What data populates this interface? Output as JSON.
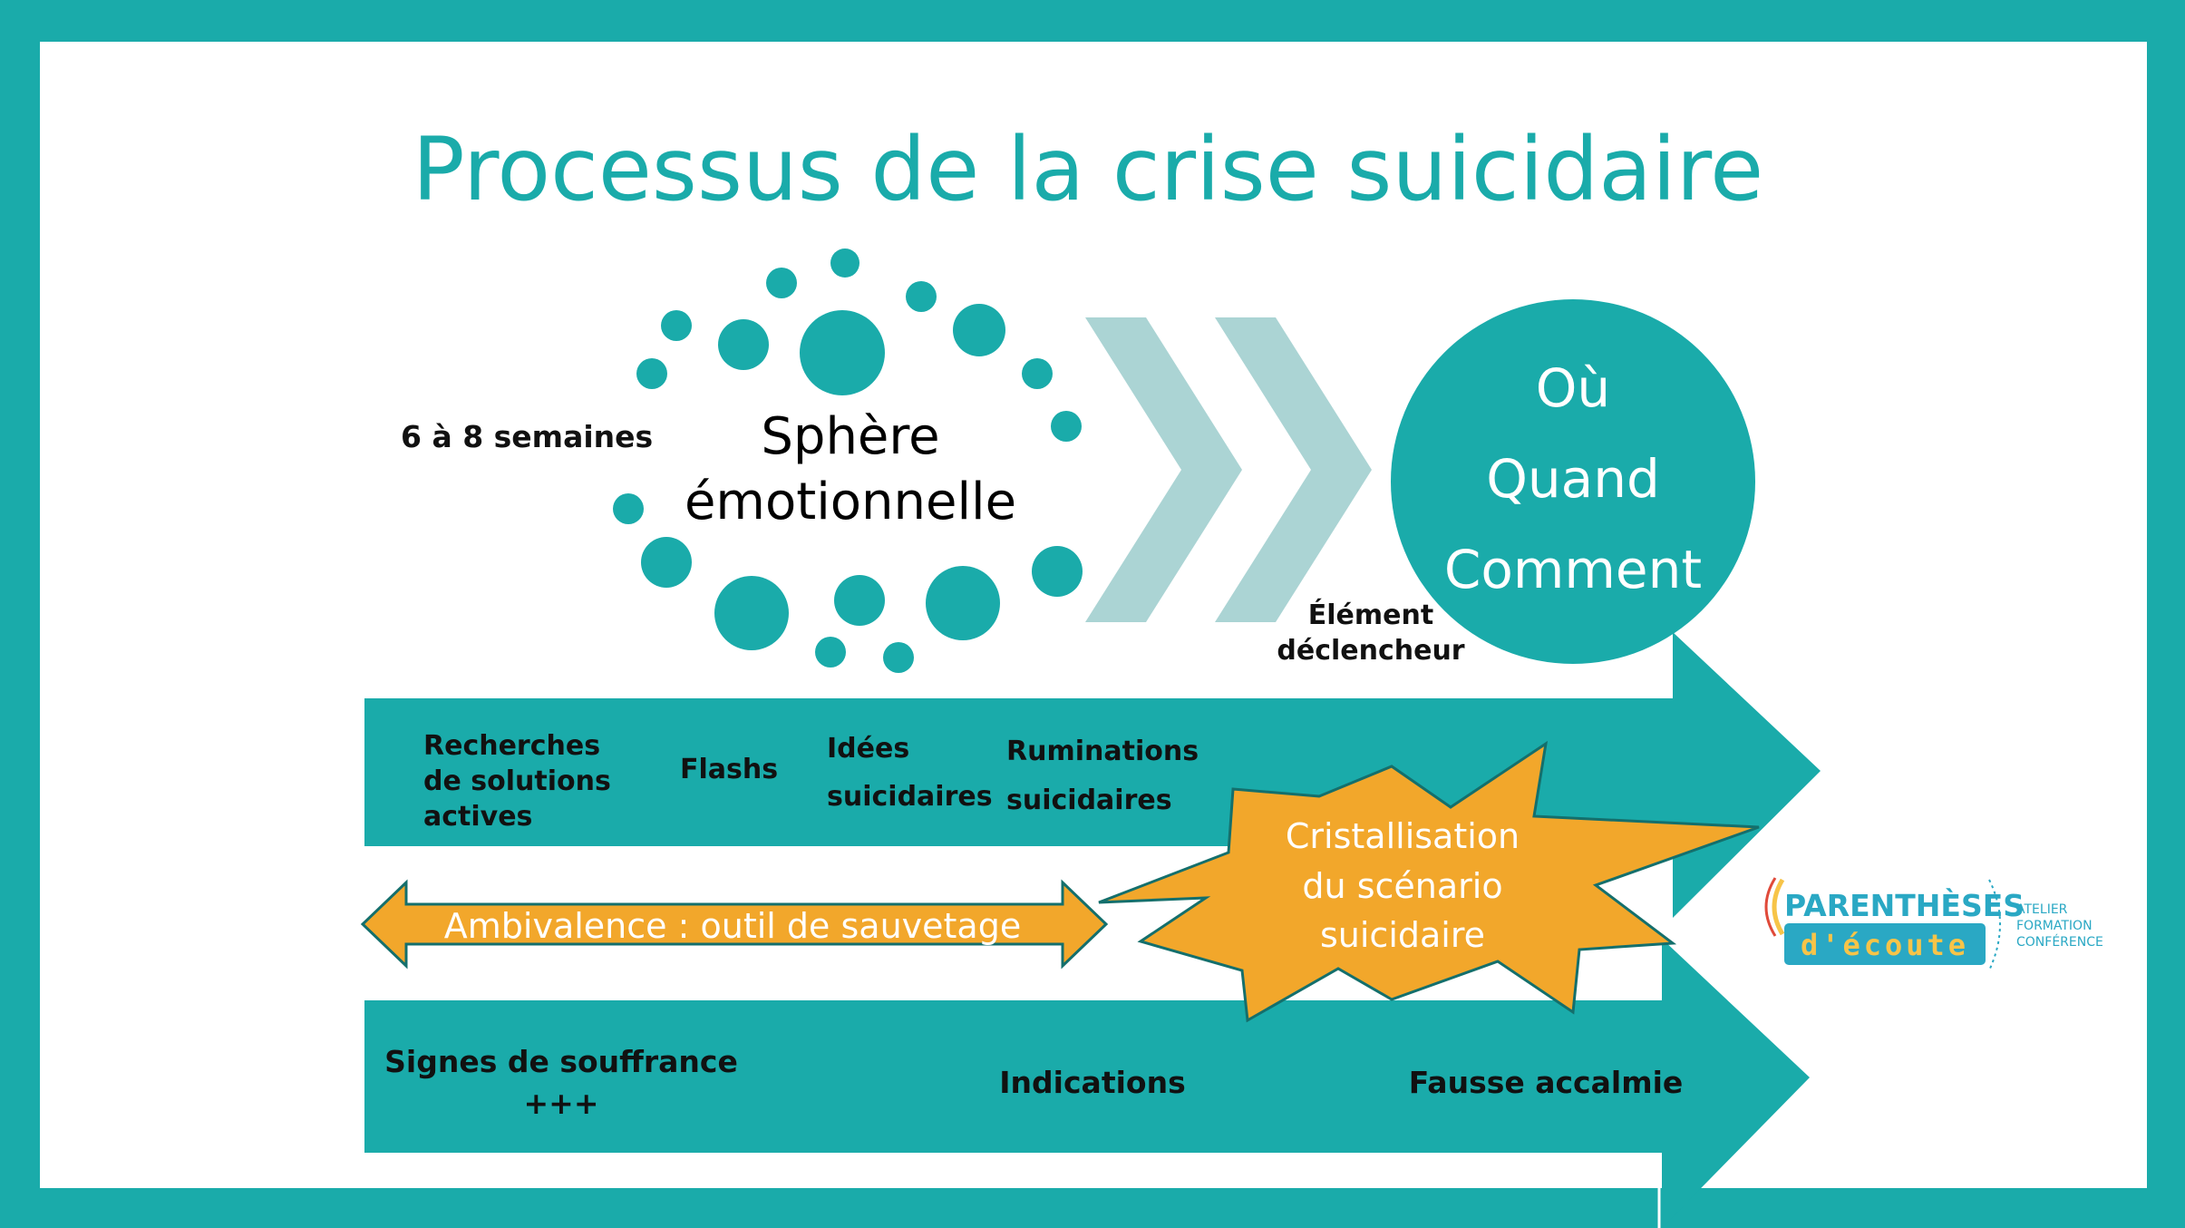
{
  "title": "Processus de la crise suicidaire",
  "duration_label": "6 à 8 semaines",
  "sphere": {
    "line1": "Sphère",
    "line2": "émotionnelle"
  },
  "trigger": {
    "line1": "Élément",
    "line2": "déclencheur"
  },
  "circle": {
    "line1": "Où",
    "line2": "Quand",
    "line3": "Comment"
  },
  "top_arrow": {
    "step1": [
      "Recherches",
      "de solutions",
      "actives"
    ],
    "step2": "Flashs",
    "step3": [
      "Idées",
      "suicidaires"
    ],
    "step4": [
      "Ruminations",
      "suicidaires"
    ]
  },
  "ambivalence": "Ambivalence : outil de sauvetage",
  "starburst": [
    "Cristallisation",
    "du scénario",
    "suicidaire"
  ],
  "bottom_arrow": {
    "step1": [
      "Signes de souffrance",
      "+++"
    ],
    "step2": "Indications",
    "step3": "Fausse accalmie"
  },
  "logo": {
    "main": "PARENTHÈSES",
    "sub": "d'écoute",
    "tagline": [
      "ATELIER",
      "FORMATION",
      "CONFÉRENCE"
    ]
  },
  "colors": {
    "teal": "#1aabaa",
    "chevron": "#abd4d4",
    "orange": "#f2a72b"
  }
}
